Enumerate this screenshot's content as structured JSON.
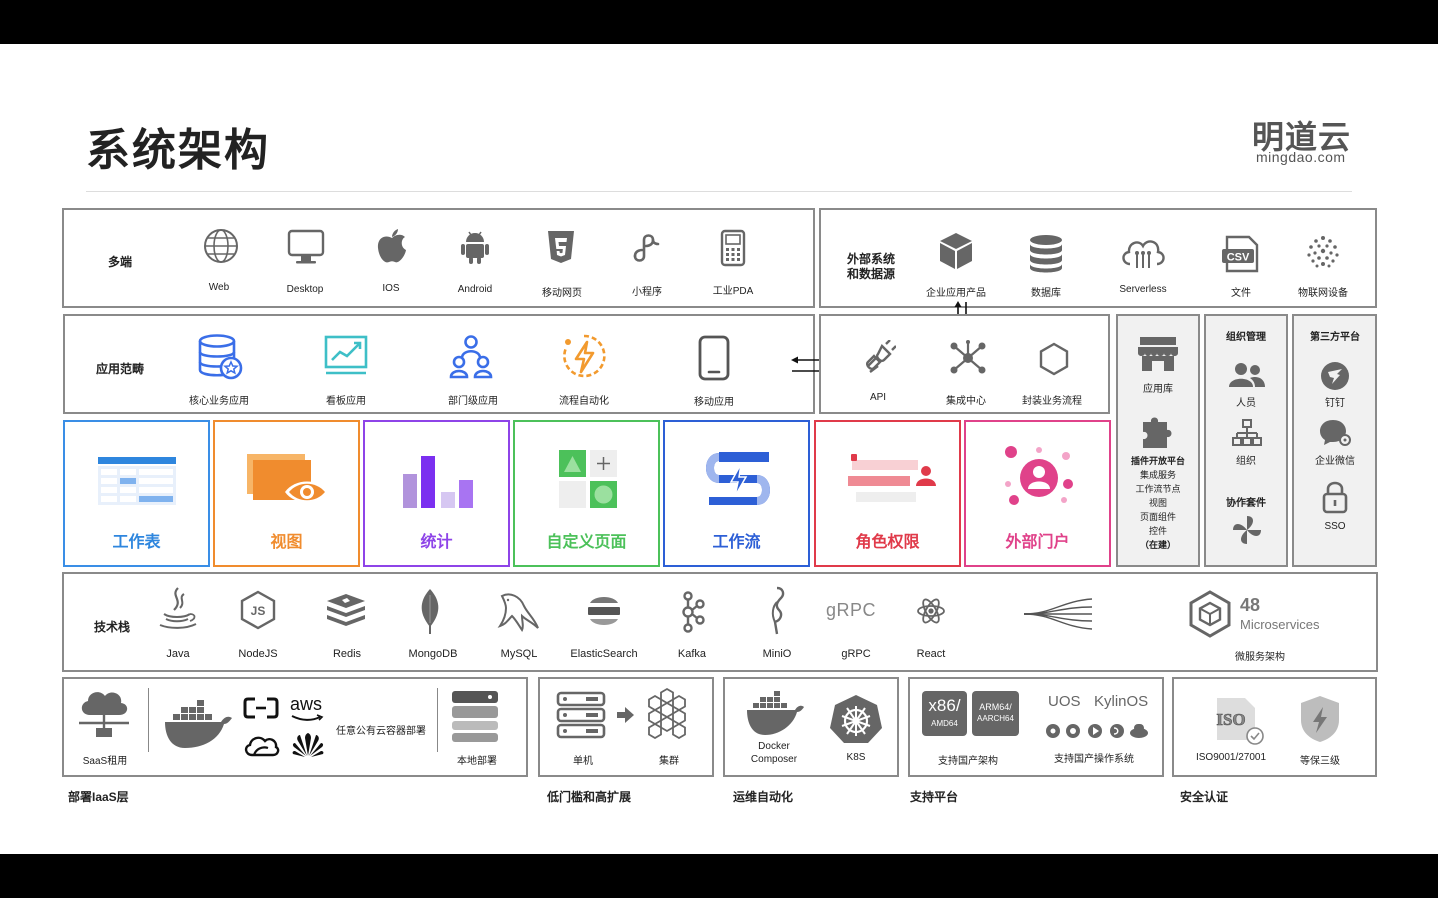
{
  "header": {
    "title": "系统架构",
    "logo_cn": "明道云",
    "logo_url": "mingdao.com"
  },
  "endpoints": {
    "label": "多端",
    "items": [
      "Web",
      "Desktop",
      "IOS",
      "Android",
      "移动网页",
      "小程序",
      "工业PDA"
    ]
  },
  "external": {
    "label_line1": "外部系统",
    "label_line2": "和数据源",
    "items": [
      "企业应用产品",
      "数据库",
      "Serverless",
      "文件",
      "物联网设备"
    ]
  },
  "app_scope": {
    "label": "应用范畴",
    "items": [
      "核心业务应用",
      "看板应用",
      "部门级应用",
      "流程自动化",
      "移动应用"
    ]
  },
  "integration": {
    "items": [
      "API",
      "集成中心",
      "封装业务流程"
    ]
  },
  "modules": [
    {
      "label": "工作表",
      "color": "#3a8ee6"
    },
    {
      "label": "视图",
      "color": "#f08c2e"
    },
    {
      "label": "统计",
      "color": "#8e44e8"
    },
    {
      "label": "自定义页面",
      "color": "#4cc15a"
    },
    {
      "label": "工作流",
      "color": "#2d5fd6"
    },
    {
      "label": "角色权限",
      "color": "#e03a4a"
    },
    {
      "label": "外部门户",
      "color": "#e0428a"
    }
  ],
  "app_library": {
    "title": "应用库",
    "plugin_title": "插件开放平台",
    "plugin_items": [
      "集成服务",
      "工作流节点",
      "视图",
      "页面组件",
      "控件",
      "（在建）"
    ]
  },
  "org": {
    "title": "组织管理",
    "items": [
      "人员",
      "组织"
    ],
    "suite": "协作套件"
  },
  "third_party": {
    "title": "第三方平台",
    "items": [
      "钉钉",
      "企业微信",
      "SSO"
    ]
  },
  "tech": {
    "label": "技术栈",
    "items": [
      "Java",
      "NodeJS",
      "Redis",
      "MongoDB",
      "MySQL",
      "ElasticSearch",
      "Kafka",
      "MiniO",
      "gRPC",
      "React"
    ],
    "grpc_logo": "gRPC",
    "ms_count": "48",
    "ms_word": "Microservices",
    "ms_label": "微服务架构"
  },
  "deploy": {
    "saas": "SaaS租用",
    "public_cloud": "任意公有云容器部署",
    "aws": "aws",
    "local": "本地部署",
    "single": "单机",
    "cluster": "集群",
    "docker_l1": "Docker",
    "docker_l2": "Composer",
    "k8s": "K8S",
    "x86": "x86/",
    "amd": "AMD64",
    "arm1": "ARM64/",
    "arm2": "AARCH64",
    "arch_label": "支持国产架构",
    "uos": "UOS",
    "kylin": "KylinOS",
    "os_label": "支持国产操作系统",
    "iso_badge": "ISO",
    "iso": "ISO9001/27001",
    "level3": "等保三级"
  },
  "footer": [
    "部署IaaS层",
    "低门槛和高扩展",
    "运维自动化",
    "支持平台",
    "安全认证"
  ]
}
